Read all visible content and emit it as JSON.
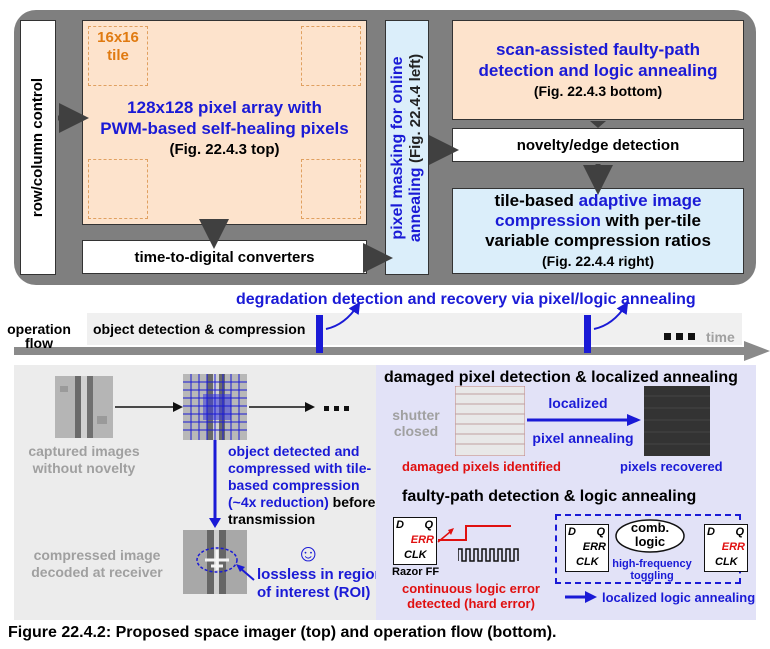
{
  "top": {
    "row_col_control": "row/column control",
    "tile_label_line1": "16x16",
    "tile_label_line2": "tile",
    "pixel_array_line1": "128x128 pixel array with",
    "pixel_array_line2": "PWM-based self-healing pixels",
    "pixel_array_ref": "(Fig. 22.4.3 top)",
    "tdc": "time-to-digital converters",
    "masking_line1": "pixel masking for online",
    "masking_line2": "annealing",
    "masking_ref": "(Fig. 22.4.4 left)",
    "scan_line1": "scan-assisted faulty-path",
    "scan_line2": "detection and logic annealing",
    "scan_ref": "(Fig. 22.4.3 bottom)",
    "novelty": "novelty/edge detection",
    "comp_a": "tile-based ",
    "comp_b": "adaptive image",
    "comp_c": "compression",
    "comp_d": " with per-tile",
    "comp_e": "variable compression ratios",
    "comp_ref": "(Fig. 22.4.4 right)"
  },
  "flow": {
    "degradation": "degradation detection and recovery via pixel/logic annealing",
    "operation_line1": "operation",
    "operation_line2": "flow",
    "object_detection": "object detection & compression",
    "time": "time"
  },
  "bottom_left": {
    "captured_line1": "captured images",
    "captured_line2": "without novelty",
    "detected_line1": "object detected and",
    "detected_line2": "compressed with tile-",
    "detected_line3": "based compression",
    "detected_line4a": "(~4x reduction)",
    "detected_line4b": " before",
    "detected_line5": "transmission",
    "compressed_line1": "compressed image",
    "compressed_line2": "decoded at receiver",
    "lossless_line1": "lossless in region",
    "lossless_line2": "of interest (ROI)"
  },
  "bottom_right": {
    "damaged_title": "damaged pixel detection & localized annealing",
    "shutter_line1": "shutter",
    "shutter_line2": "closed",
    "localized": "localized",
    "pixel_annealing": "pixel annealing",
    "damaged_identified": "damaged pixels identified",
    "recovered": "pixels recovered",
    "faulty_title": "faulty-path detection & logic annealing",
    "ff_d": "D",
    "ff_q": "Q",
    "ff_err": "ERR",
    "ff_clk": "CLK",
    "razor": "Razor FF",
    "comb_line1": "comb.",
    "comb_line2": "logic",
    "hf_line1": "high-frequency",
    "hf_line2": "toggling",
    "continuous_line1": "continuous logic error",
    "continuous_line2": "detected (hard error)",
    "localized_logic": "localized logic annealing"
  },
  "caption": "Figure 22.4.2: Proposed space imager (top) and operation flow (bottom).",
  "colors": {
    "blue": "#1a1ad6",
    "red": "#e01010",
    "orange_fill": "#fde3cc",
    "blue_fill": "#dbeefa",
    "panel": "#7f7f7f"
  }
}
